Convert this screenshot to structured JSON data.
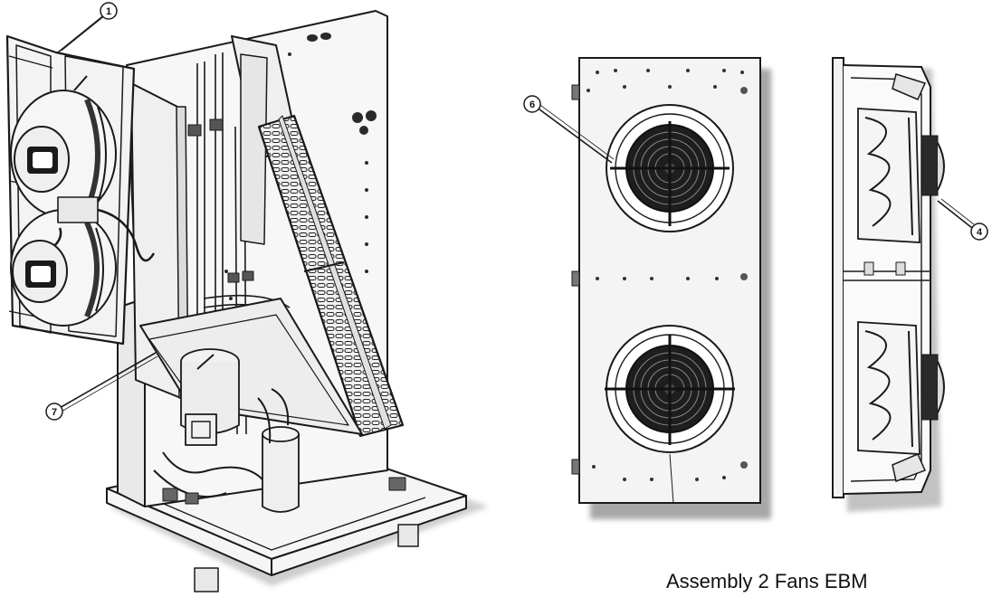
{
  "callouts": {
    "c1": "1",
    "c4": "4",
    "c6": "6",
    "c7": "7"
  },
  "caption": "Assembly 2 Fans EBM",
  "colors": {
    "line": "#1a1a1a",
    "panel": "#f4f4f4",
    "shadow": "#9a9a9a",
    "fan_dark": "#222222"
  }
}
